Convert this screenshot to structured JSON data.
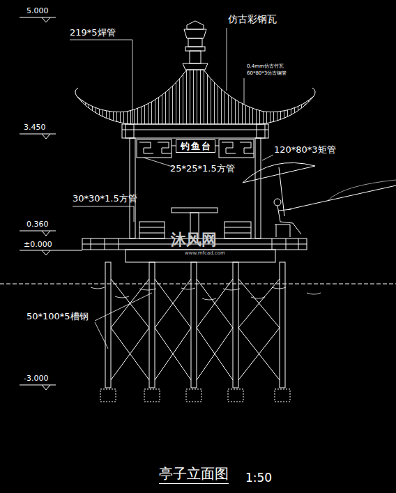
{
  "diagram": {
    "caption": "亭子立面图",
    "nodes": [
      {
        "text": [
          "钓鱼台"
        ]
      }
    ],
    "labels": [
      "5.000",
      "219*5焊管",
      "仿古彩钢瓦",
      "0.4mm仿古竹瓦",
      "60*80*3仿古钢管",
      "3.450",
      "25*25*1.5方管",
      "120*80*3矩管",
      "30*30*1.5方管",
      "0.360",
      "±0.000",
      "沐风网",
      "www.mfcad.com",
      "50*100*5槽钢",
      "-3.000",
      "1:50"
    ]
  }
}
